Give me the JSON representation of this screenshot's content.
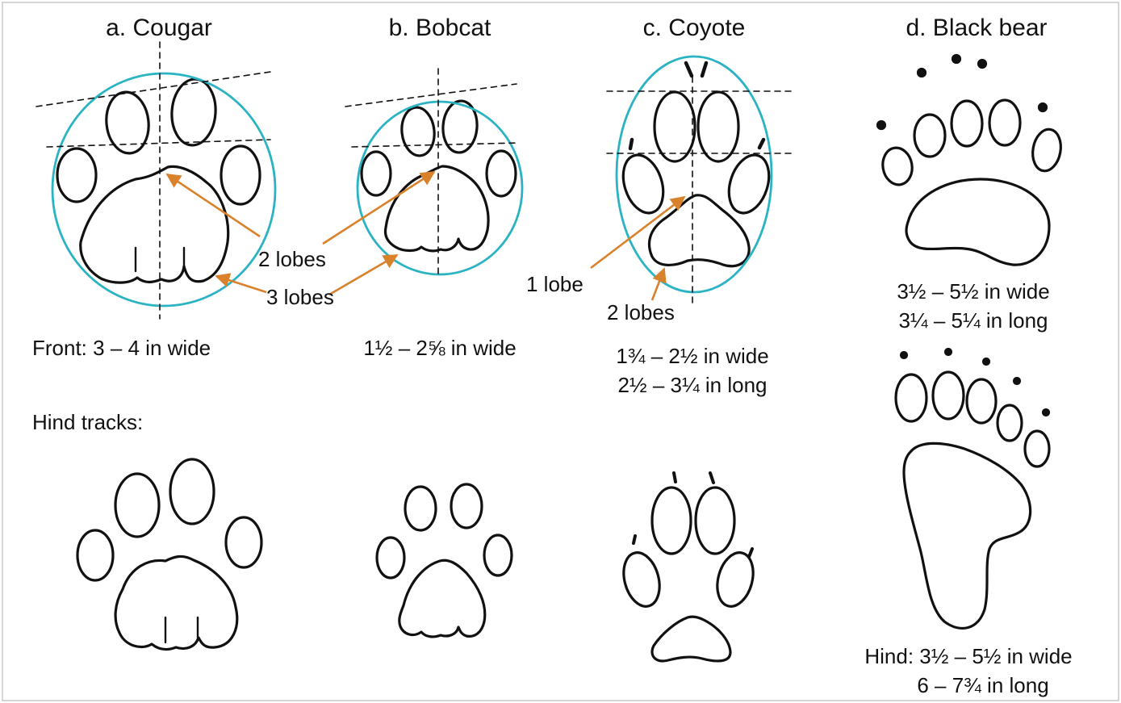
{
  "colors": {
    "circle": "#2ab3c3",
    "arrow": "#d9822b",
    "ink": "#111111"
  },
  "cougar": {
    "heading": "a. Cougar",
    "front_size": "Front: 3 – 4 in wide",
    "hind_label": "Hind tracks:"
  },
  "bobcat": {
    "heading": "b. Bobcat",
    "front_size": "1½ – 2⅝ in wide"
  },
  "coyote": {
    "heading": "c. Coyote",
    "front_width": "1¾ – 2½ in wide",
    "front_length": "2½ – 3¼ in long"
  },
  "bear": {
    "heading": "d. Black bear",
    "front_width": "3½  – 5½ in wide",
    "front_length": "3¼  – 5¼ in long",
    "hind_width": "Hind: 3½  – 5½ in wide",
    "hind_length": "6 – 7¾ in long"
  },
  "annotations": {
    "two_lobes": "2 lobes",
    "three_lobes": "3 lobes",
    "one_lobe": "1 lobe",
    "coyote_two_lobes": "2 lobes"
  }
}
